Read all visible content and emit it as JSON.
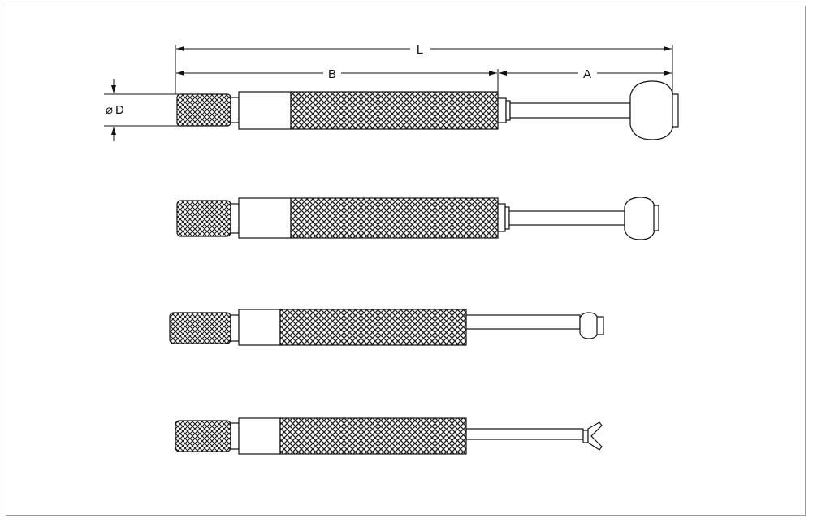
{
  "drawing": {
    "labels": {
      "overall_length": "L",
      "handle_length": "B",
      "probe_length": "A",
      "diameter": "D",
      "diameter_symbol": "⌀"
    }
  }
}
